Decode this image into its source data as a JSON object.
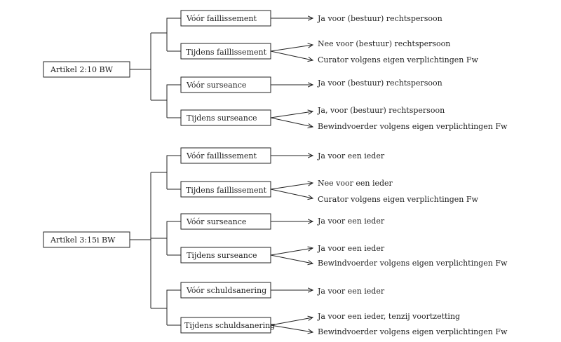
{
  "colors": {
    "line": "#222222",
    "box_border": "#222222",
    "background": "#ffffff"
  },
  "tree1": {
    "root": "Artikel 2:10 BW",
    "branches": [
      {
        "label": "Vóór faillissement",
        "outcomes": [
          "Ja voor (bestuur) rechtspersoon"
        ]
      },
      {
        "label": "Tijdens faillissement",
        "outcomes": [
          "Nee voor (bestuur) rechtspersoon",
          "Curator volgens eigen verplichtingen Fw"
        ]
      },
      {
        "label": "Vóór surseance",
        "outcomes": [
          "Ja voor (bestuur) rechtspersoon"
        ]
      },
      {
        "label": "Tijdens surseance",
        "outcomes": [
          "Ja, voor (bestuur) rechtspersoon",
          "Bewindvoerder volgens eigen verplichtingen Fw"
        ]
      }
    ]
  },
  "tree2": {
    "root": "Artikel 3:15i BW",
    "branches": [
      {
        "label": "Vóór faillissement",
        "outcomes": [
          "Ja voor een ieder"
        ]
      },
      {
        "label": "Tijdens faillissement",
        "outcomes": [
          "Nee voor een ieder",
          "Curator volgens eigen verplichtingen Fw"
        ]
      },
      {
        "label": "Vóór surseance",
        "outcomes": [
          "Ja voor een ieder"
        ]
      },
      {
        "label": "Tijdens surseance",
        "outcomes": [
          "Ja voor een ieder",
          "Bewindvoerder volgens eigen verplichtingen Fw"
        ]
      },
      {
        "label": "Vóór schuldsanering",
        "outcomes": [
          "Ja voor een ieder"
        ]
      },
      {
        "label": "Tijdens schuldsanering",
        "outcomes": [
          "Ja voor een ieder, tenzij voortzetting",
          "Bewindvoerder volgens eigen verplichtingen Fw"
        ]
      }
    ]
  }
}
